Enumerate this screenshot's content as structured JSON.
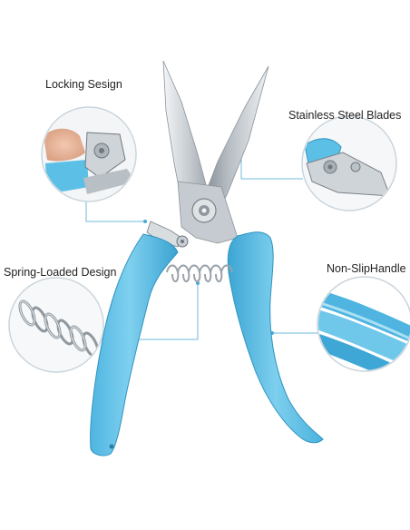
{
  "callouts": {
    "locking": "Locking Sesign",
    "blades": "Stainless Steel Blades",
    "spring": "Spring-Loaded Design",
    "handle": "Non-SlipHandle"
  },
  "colors": {
    "handle_blue": "#5cc0e6",
    "handle_dark": "#2f93bf",
    "blade_steel": "#c9ced3",
    "callout_line": "#6fb8db",
    "circle_border": "#c8d4dc"
  },
  "product": "pruning-shears"
}
